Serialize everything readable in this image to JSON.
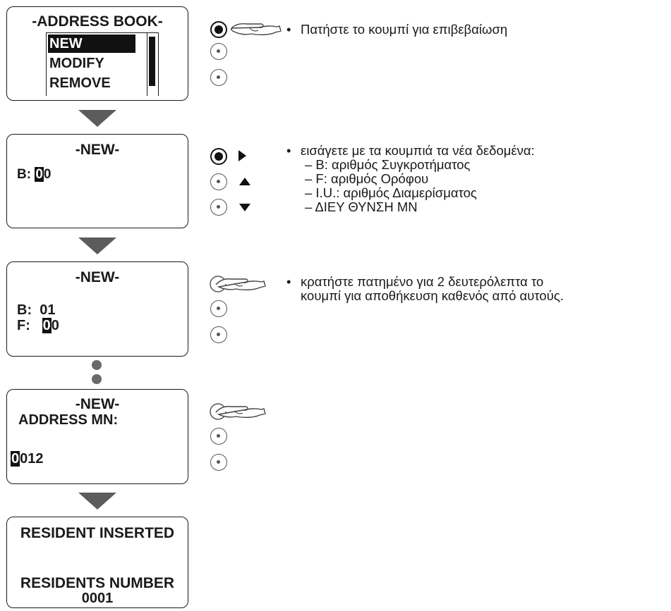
{
  "screens": {
    "s1": {
      "title": "-ADDRESS BOOK-",
      "menu": [
        "NEW",
        "MODIFY",
        "REMOVE"
      ]
    },
    "s2": {
      "title": "-NEW-",
      "b_label": "B:",
      "b_cursor": "0",
      "b_rest": "0"
    },
    "s3": {
      "title": "-NEW-",
      "b_label": "B:",
      "b_value": "01",
      "f_label": "F:",
      "f_cursor": "0",
      "f_rest": "0"
    },
    "s4": {
      "title": "-NEW-",
      "subtitle": "ADDRESS MN:",
      "cursor": "0",
      "rest": "012"
    },
    "s5": {
      "line1": "RESIDENT INSERTED",
      "line2": "RESIDENTS NUMBER",
      "line3": "0001"
    }
  },
  "instructions": {
    "step1": "Πατήστε το κουμπί για επιβεβαίωση",
    "step2": {
      "intro": "εισάγετε με τα κουμπιά τα νέα δεδομένα:",
      "items": [
        "– B: αριθμός Συγκροτήματος",
        "– F: αριθμός Ορόφου",
        "– I.U.: αριθμός Διαμερίσματος",
        "– ΔΙΕΥ ΘΥΝΣΗ MN"
      ]
    },
    "step3": {
      "line1": "κρατήστε πατημένο για 2 δευτερόλεπτα το",
      "line2": "κουμπί για αποθήκευση καθενός από αυτούς."
    }
  },
  "icons": {
    "pressed_button": "pressed-button-icon",
    "button": "button-icon",
    "hand": "pointing-hand-icon",
    "right": "triangle-right-icon",
    "up": "triangle-up-icon",
    "down": "triangle-down-icon"
  },
  "colors": {
    "ink": "#1a1a1a",
    "arrow": "#5c5c5c"
  }
}
